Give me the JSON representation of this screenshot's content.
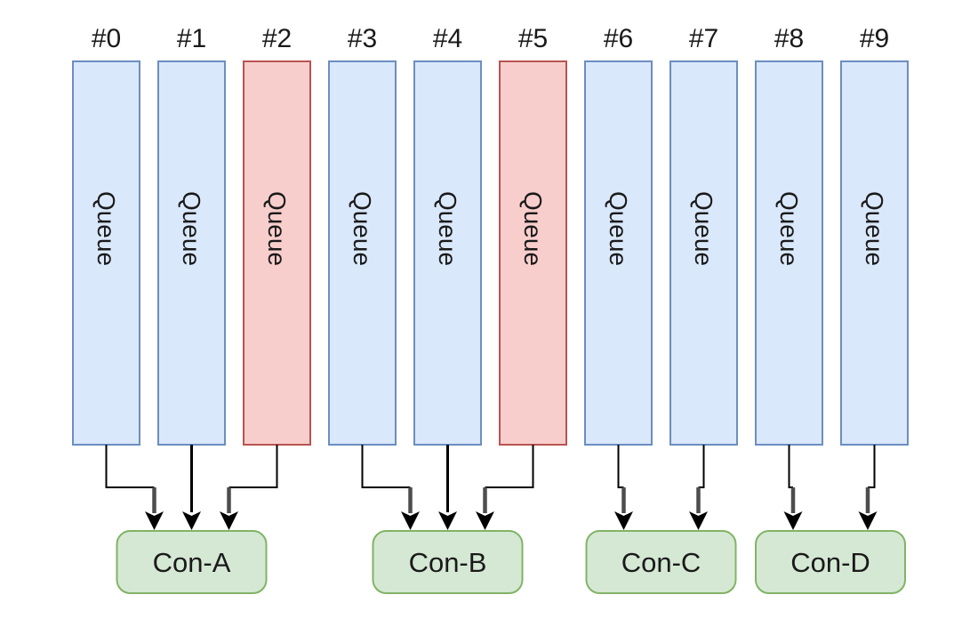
{
  "diagram_type": "queue-consumer-fanin",
  "colors": {
    "background": "#ffffff",
    "text": "#1a1a1a",
    "arrow": "#000000",
    "arrow_shaft": "#4d4d4d",
    "queue_fill": "#dae8fc",
    "queue_stroke": "#6c8ebf",
    "queue_alert_fill": "#f8cecc",
    "queue_alert_stroke": "#b85450",
    "consumer_fill": "#d5e8d4",
    "consumer_stroke": "#82b366"
  },
  "queues": [
    {
      "index_label": "#0",
      "body_label": "Queue",
      "state": "normal",
      "fill": "#dae8fc",
      "stroke": "#6c8ebf"
    },
    {
      "index_label": "#1",
      "body_label": "Queue",
      "state": "normal",
      "fill": "#dae8fc",
      "stroke": "#6c8ebf"
    },
    {
      "index_label": "#2",
      "body_label": "Queue",
      "state": "highlighted",
      "fill": "#f8cecc",
      "stroke": "#b85450"
    },
    {
      "index_label": "#3",
      "body_label": "Queue",
      "state": "normal",
      "fill": "#dae8fc",
      "stroke": "#6c8ebf"
    },
    {
      "index_label": "#4",
      "body_label": "Queue",
      "state": "normal",
      "fill": "#dae8fc",
      "stroke": "#6c8ebf"
    },
    {
      "index_label": "#5",
      "body_label": "Queue",
      "state": "highlighted",
      "fill": "#f8cecc",
      "stroke": "#b85450"
    },
    {
      "index_label": "#6",
      "body_label": "Queue",
      "state": "normal",
      "fill": "#dae8fc",
      "stroke": "#6c8ebf"
    },
    {
      "index_label": "#7",
      "body_label": "Queue",
      "state": "normal",
      "fill": "#dae8fc",
      "stroke": "#6c8ebf"
    },
    {
      "index_label": "#8",
      "body_label": "Queue",
      "state": "normal",
      "fill": "#dae8fc",
      "stroke": "#6c8ebf"
    },
    {
      "index_label": "#9",
      "body_label": "Queue",
      "state": "normal",
      "fill": "#dae8fc",
      "stroke": "#6c8ebf"
    }
  ],
  "consumers": [
    {
      "label": "Con-A"
    },
    {
      "label": "Con-B"
    },
    {
      "label": "Con-C"
    },
    {
      "label": "Con-D"
    }
  ],
  "connections": [
    {
      "queue": "#0",
      "consumer": "Con-A"
    },
    {
      "queue": "#1",
      "consumer": "Con-A"
    },
    {
      "queue": "#2",
      "consumer": "Con-A"
    },
    {
      "queue": "#3",
      "consumer": "Con-B"
    },
    {
      "queue": "#4",
      "consumer": "Con-B"
    },
    {
      "queue": "#5",
      "consumer": "Con-B"
    },
    {
      "queue": "#6",
      "consumer": "Con-C"
    },
    {
      "queue": "#7",
      "consumer": "Con-C"
    },
    {
      "queue": "#8",
      "consumer": "Con-D"
    },
    {
      "queue": "#9",
      "consumer": "Con-D"
    }
  ]
}
